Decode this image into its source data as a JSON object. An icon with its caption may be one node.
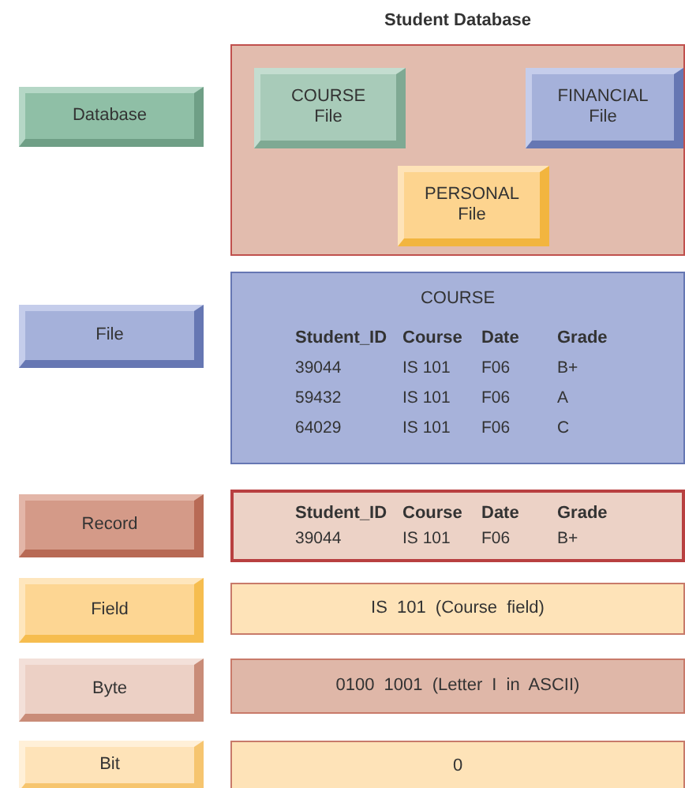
{
  "diagram": {
    "nodes": [
      {
        "text": [
          "Database"
        ]
      },
      {
        "text": [
          "Student Database"
        ]
      },
      {
        "text": [
          "COURSE File"
        ],
        "in": 1
      },
      {
        "text": [
          "FINANCIAL File"
        ],
        "in": 1
      },
      {
        "text": [
          "PERSONAL File"
        ],
        "in": 1
      },
      {
        "text": [
          "File"
        ]
      },
      {
        "text": [
          "COURSE",
          "Student_ID",
          "Course",
          "Date",
          "Grade",
          "39044",
          "IS 101",
          "F06",
          "B+",
          "59432",
          "IS 101",
          "F06",
          "A",
          "64029",
          "IS 101",
          "F06",
          "C"
        ]
      },
      {
        "text": [
          "Record"
        ]
      },
      {
        "text": [
          "Student_ID",
          "Course",
          "Date",
          "Grade",
          "39044",
          "IS 101",
          "F06",
          "B+"
        ]
      },
      {
        "text": [
          "Field"
        ]
      },
      {
        "text": [
          "IS 101 (Course field)"
        ]
      },
      {
        "text": [
          "Byte"
        ]
      },
      {
        "text": [
          "0100 1001 (Letter I in ASCII)"
        ]
      },
      {
        "text": [
          "Bit"
        ]
      },
      {
        "text": [
          "0"
        ]
      }
    ]
  }
}
